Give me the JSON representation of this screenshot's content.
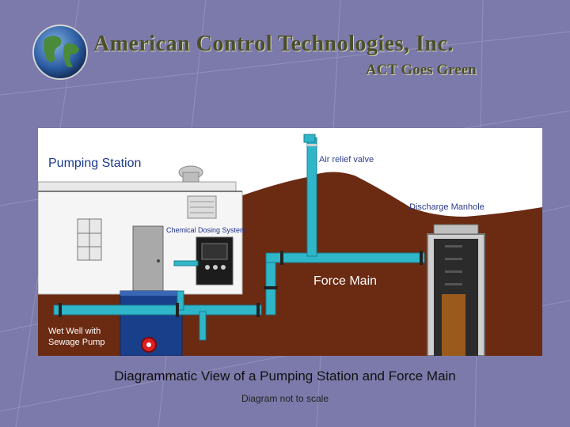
{
  "header": {
    "company": "American Control Technologies, Inc.",
    "slogan": "ACT Goes Green"
  },
  "diagram": {
    "labels": {
      "pumping_station": "Pumping Station",
      "air_relief_valve": "Air relief valve",
      "discharge_manhole": "Discharge Manhole",
      "chemical_dosing": "Chemical Dosing System",
      "force_main": "Force Main",
      "wet_well": "Wet Well with\nSewage Pump"
    }
  },
  "caption": "Diagrammatic View of a Pumping Station and Force Main",
  "subcaption": "Diagram not to scale",
  "colors": {
    "background": "#7c7aaa",
    "soil": "#6b2a12",
    "pipe": "#2fb6c9",
    "water": "#1a3f8a",
    "sky": "#ffffff",
    "title_text": "#4a4f2a"
  }
}
